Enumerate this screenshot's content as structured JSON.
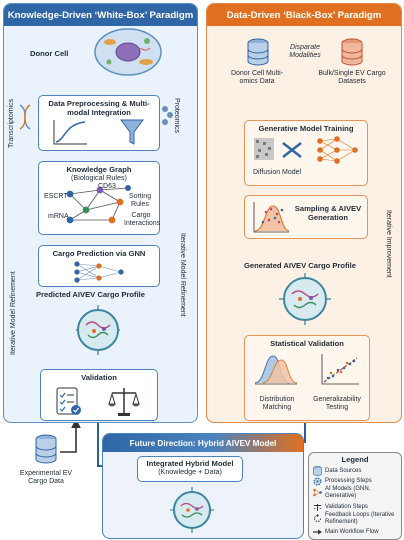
{
  "left_panel": {
    "title": "Knowledge-Driven ‘White-Box’ Paradigm",
    "donor_cell": "Donor Cell",
    "transcriptomics": "Transcriptomics",
    "proteomics": "Proteomics",
    "preprocessing": "Data Preprocessing & Multi-modal Integration",
    "kg_title": "Knowledge Graph",
    "kg_subtitle": "(Biological Rules)",
    "kg_nodes": [
      "ESCRT",
      "CD63",
      "Sorting Rules",
      "mRNA",
      "Cargo Interactions"
    ],
    "cargo_prediction": "Cargo Prediction via GNN",
    "predicted_profile": "Predicted AIVEV Cargo Profile",
    "validation": "Validation",
    "iterative_left": "Iterative Model Refinement",
    "iterative_right": "Iterative Model Refinement"
  },
  "right_panel": {
    "title": "Data-Driven ‘Black-Box’ Paradigm",
    "disparate": "Disparate Modalities",
    "source1": "Donor Cell Multi-omics Data",
    "source2": "Bulk/Single EV Cargo Datasets",
    "gen_training": "Generative Model Training",
    "diffusion": "Diffusion Model",
    "sampling": "Sampling & AIVEV Generation",
    "generated_profile": "Generated AIVEV Cargo Profile",
    "stat_validation": "Statistical Validation",
    "dist_matching": "Distribution Matching",
    "generalizability": "Generalizability Testing",
    "iterative": "Iterative Improvement"
  },
  "bottom": {
    "experimental": "Experimental EV Cargo Data",
    "future_title": "Future Direction: Hybrid AIVEV Model",
    "hybrid_line1": "Integrated Hybrid Model",
    "hybrid_line2": "(Knowledge + Data)"
  },
  "legend": {
    "title": "Legend",
    "items": [
      "Data Sources",
      "Processing Steps",
      "AI Models (GNN, Generative)",
      "Validation Steps",
      "Feedback Loops (Iterative Refinement)",
      "Main Workflow Flow"
    ]
  },
  "colors": {
    "blue": "#2f66a6",
    "orange": "#e07020",
    "line": "#2d5f95"
  }
}
